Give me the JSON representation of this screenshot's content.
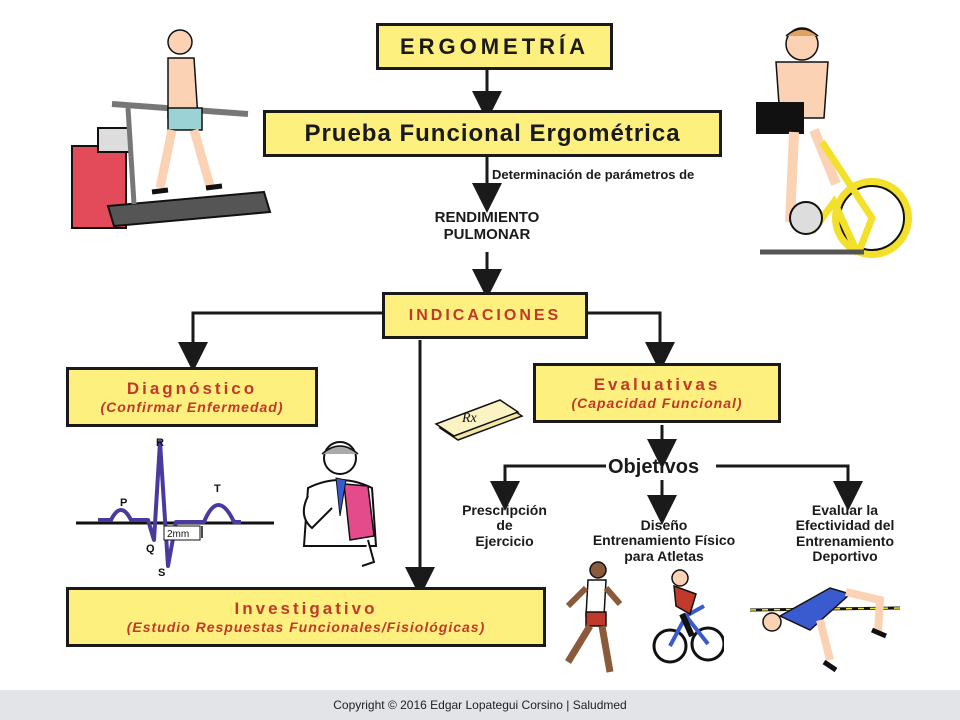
{
  "title": "ERGOMETRÍA",
  "subtitle": "Prueba Funcional Ergométrica",
  "determination": "Determinación de parámetros de",
  "rendimiento": [
    "RENDIMIENTO",
    "PULMONAR"
  ],
  "indicaciones": "INDICACIONES",
  "diagnostico": {
    "title": "Diagnóstico",
    "sub": "(Confirmar Enfermedad)"
  },
  "evaluativas": {
    "title": "Evaluativas",
    "sub": "(Capacidad Funcional)"
  },
  "investigativo": {
    "title": "Investigativo",
    "sub": "(Estudio Respuestas Funcionales/Fisiológicas)"
  },
  "objetivos": "Objetivos",
  "objetivos_items": [
    [
      "Prescripción",
      "de",
      "Ejercicio"
    ],
    [
      "Diseño",
      "Entrenamiento Físico",
      "para Atletas"
    ],
    [
      "Evaluar la",
      "Efectividad del",
      "Entrenamiento",
      "Deportivo"
    ]
  ],
  "ecg": {
    "R": "R",
    "P": "P",
    "T": "T",
    "Q": "Q",
    "S": "S",
    "scale": "2mm"
  },
  "rx": "Rx",
  "footer": "Copyright © 2016 Edgar Lopategui Corsino | Saludmed",
  "colors": {
    "box_fill": "#fdf07e",
    "accent_red": "#c0392b",
    "ecg": "#4a3aa0",
    "line": "#1a1a1a"
  }
}
